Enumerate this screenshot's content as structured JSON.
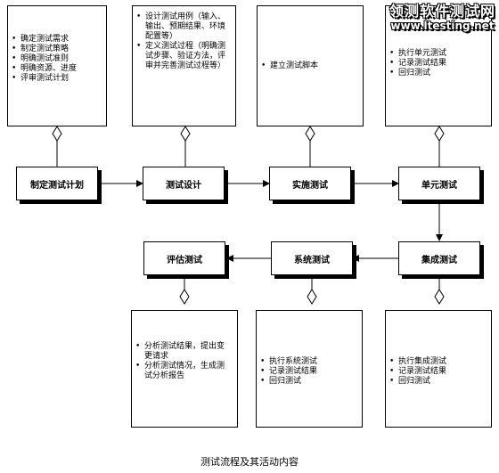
{
  "watermark": {
    "cn": "领测软件测试网",
    "url": "www.ltesting.net"
  },
  "caption": "测试流程及其活动内容",
  "processes": [
    {
      "id": "plan",
      "label": "制定测试计划"
    },
    {
      "id": "design",
      "label": "测试设计"
    },
    {
      "id": "implement",
      "label": "实施测试"
    },
    {
      "id": "unit",
      "label": "单元测试"
    },
    {
      "id": "integration",
      "label": "集成测试"
    },
    {
      "id": "system",
      "label": "系统测试"
    },
    {
      "id": "evaluate",
      "label": "评估测试"
    }
  ],
  "notes": [
    {
      "for": "plan",
      "items": [
        "确定测试需求",
        "制定测试策略",
        "明确测试准则",
        "明确资源、进度",
        "评审测试计划"
      ]
    },
    {
      "for": "design",
      "items": [
        "设计测试用例（输入、输出、预期结果、环境配置等）",
        "定义测试过程（明确测试步骤、验证方法，评审并完善测试过程等）"
      ]
    },
    {
      "for": "implement",
      "items": [
        "建立测试脚本"
      ]
    },
    {
      "for": "unit",
      "items": [
        "执行单元测试",
        "记录测试结果",
        "回归测试"
      ]
    },
    {
      "for": "evaluate",
      "items": [
        "分析测试结果，提出变更请求",
        "分析测试情况，生成测试分析报告"
      ]
    },
    {
      "for": "system",
      "items": [
        "执行系统测试",
        "记录测试结果",
        "回归测试"
      ]
    },
    {
      "for": "integration",
      "items": [
        "执行集成测试",
        "记录测试结果",
        "回归测试"
      ]
    }
  ]
}
